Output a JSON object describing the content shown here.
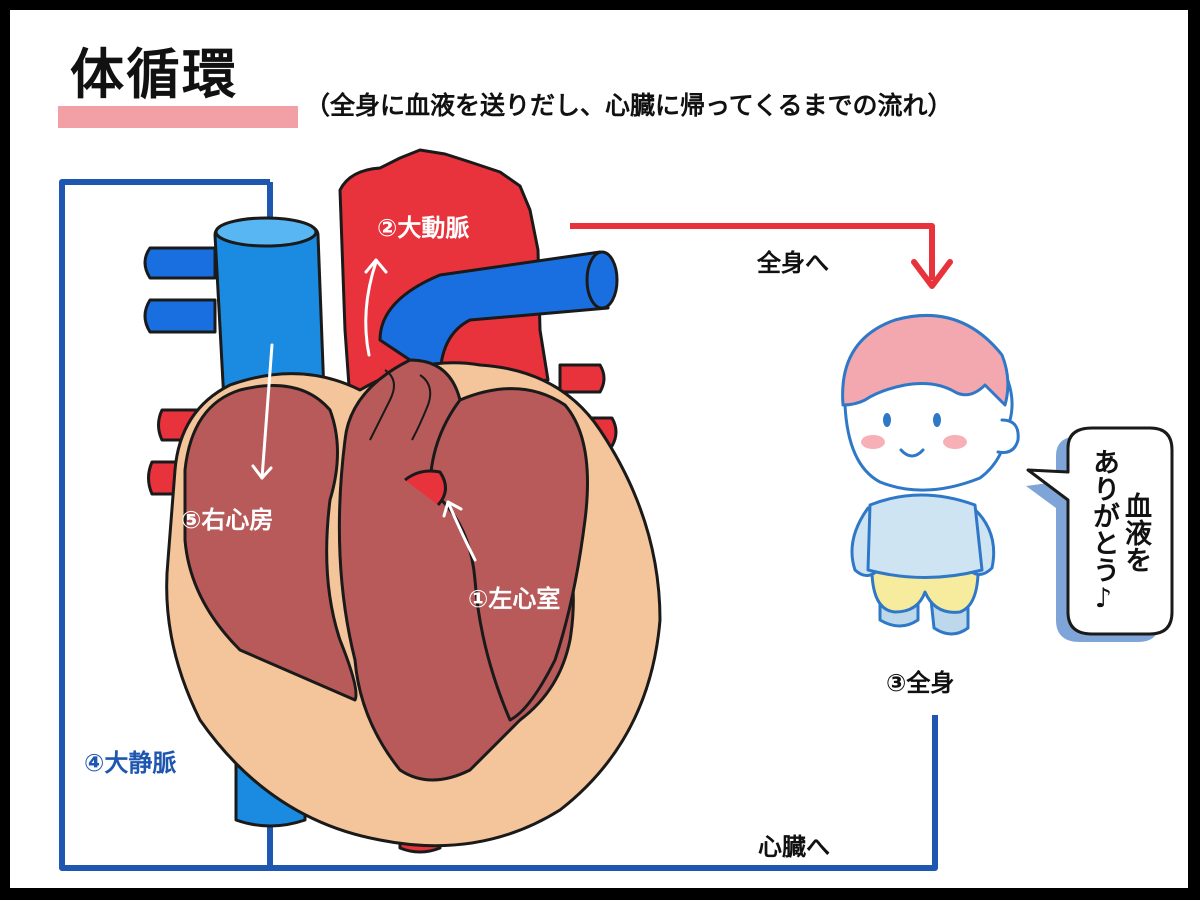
{
  "title": "体循環",
  "subtitle": "（全身に血液を送りだし、心臓に帰ってくるまでの流れ）",
  "labels": {
    "aorta": "②大動脈",
    "right_atrium": "⑤右心房",
    "left_ventricle": "①左心室",
    "vena_cava": "④大静脈",
    "whole_body": "③全身",
    "to_body": "全身へ",
    "to_heart": "心臓へ"
  },
  "speech": {
    "line1": "血液を",
    "line2": "ありがとう♪"
  },
  "colors": {
    "artery_red": "#e8323c",
    "vein_blue": "#1a8be0",
    "path_blue": "#1f57b0",
    "heart_muscle": "#b85a5a",
    "heart_outer": "#f4c49a",
    "title_underline": "#f2a0a6"
  }
}
